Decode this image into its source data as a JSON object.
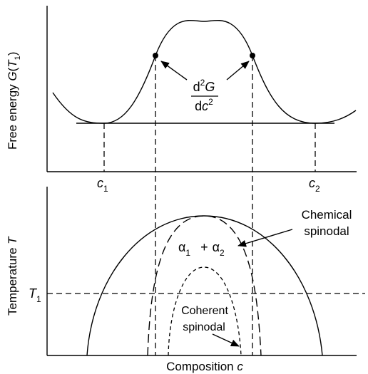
{
  "top_panel": {
    "ylabel": {
      "prefix": "Free energy ",
      "G": "G",
      "open": "(",
      "T": "T",
      "sub": "1",
      "close": ")"
    },
    "c1": {
      "base": "c",
      "sub": "1"
    },
    "c2": {
      "base": "c",
      "sub": "2"
    },
    "deriv": {
      "d_num": "d",
      "sup_num": "2",
      "G": "G",
      "d_den": "d",
      "c": "c",
      "sup_den": "2"
    }
  },
  "bottom_panel": {
    "ylabel": "Temperature ",
    "ylabel_var": "T",
    "xlabel": "Composition ",
    "xlabel_var": "c",
    "t1": {
      "base": "T",
      "sub": "1"
    },
    "phase": {
      "a1": "α",
      "a1_sub": "1",
      "plus": "+",
      "a2": "α",
      "a2_sub": "2"
    },
    "chemical_line1": "Chemical",
    "chemical_line2": "spinodal",
    "coherent_line1": "Coherent",
    "coherent_line2": "spinodal"
  },
  "colors": {
    "ink": "#000000",
    "background": "#ffffff"
  }
}
